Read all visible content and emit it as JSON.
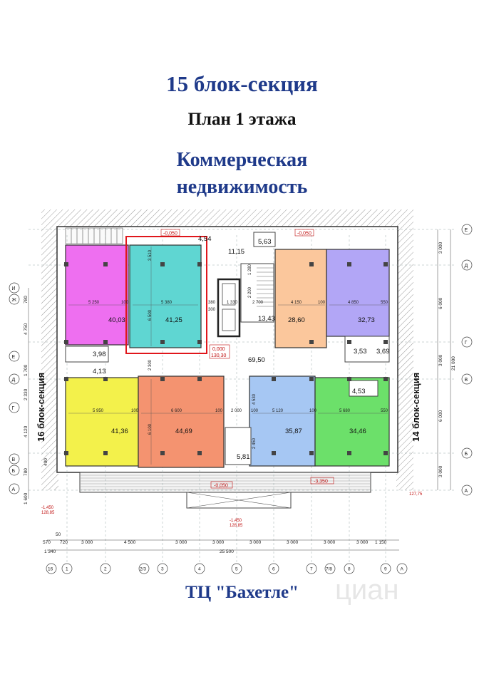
{
  "header": {
    "section": "15  блок-секция",
    "floor": "План 1 этажа",
    "purpose": "Коммерческая недвижимость"
  },
  "footer": {
    "mall": "ТЦ \"Бахетле\""
  },
  "watermark": "циан",
  "side_labels": {
    "left": "16 блок-секция",
    "right": "14 блок-секция"
  },
  "rooms": {
    "r_magenta": "40,03",
    "r_cyan": "41,25",
    "r_peach": "28,60",
    "r_lavender": "32,73",
    "r_yellow": "41,36",
    "r_orange": "44,69",
    "r_blue": "35,87",
    "r_green": "34,46",
    "hall": "69,50",
    "s1": "11,15",
    "s2": "5,63",
    "s3": "13,43",
    "s4": "3,98",
    "s5": "4,13",
    "s6": "3,53",
    "s7": "3,69",
    "s8": "4,53",
    "s9": "5,81",
    "s10": "4,54"
  },
  "levels": {
    "l1": "-0,050",
    "l2": "-0,050",
    "l3": "0,000",
    "l3b": "130,30",
    "l4": "-0,050",
    "l5": "-3,350",
    "l6": "127,75",
    "l7": "-1,450",
    "l7b": "128,85",
    "l8": "-1,450",
    "l8b": "128,85"
  },
  "row_axes_right": [
    "Е",
    "Д",
    "Г",
    "В",
    "Б",
    "А"
  ],
  "row_axes_left": [
    "И",
    "Ж",
    "Е",
    "Д",
    "Г",
    "В",
    "Б",
    "А"
  ],
  "col_axes": [
    "16",
    "1",
    "2",
    "2/3",
    "3",
    "4",
    "5",
    "6",
    "7",
    "7/8",
    "8",
    "9",
    "А"
  ],
  "right_dims": [
    "3 000",
    "6 000",
    "3 000",
    "6 000",
    "3 000",
    "21 000"
  ],
  "left_dims": [
    "780",
    "4 750",
    "1 700",
    "2 330",
    "4 120",
    "400",
    "780",
    "1 600"
  ],
  "bottom_dims": {
    "row1": [
      "50",
      "570",
      "720",
      "3 000",
      "4 500",
      "3 000",
      "3 000",
      "3 000",
      "3 000",
      "3 000",
      "3 000",
      "1 150"
    ],
    "total_left": "1 340",
    "total": "25 500"
  },
  "inner_dims": [
    "5 250",
    "100",
    "5 380",
    "380",
    "1 330",
    "300",
    "2 700",
    "4 150",
    "100",
    "4 850",
    "550",
    "5 950",
    "100",
    "6 600",
    "100",
    "2 000",
    "100",
    "5 120",
    "100",
    "5 680",
    "550",
    "6 500",
    "3 510",
    "2 300",
    "6 100",
    "4 530",
    "2 450",
    "1 280",
    "2 200"
  ],
  "colors": {
    "magenta": "#ee6ff0",
    "cyan": "#5fd6d2",
    "peach": "#fbc79c",
    "lavender": "#b2a6f6",
    "yellow": "#f3f14b",
    "orange": "#f49370",
    "blue": "#a6c7f3",
    "green": "#6ce06a",
    "title_blue": "#1f3a8a",
    "highlight": "#e0161b"
  }
}
